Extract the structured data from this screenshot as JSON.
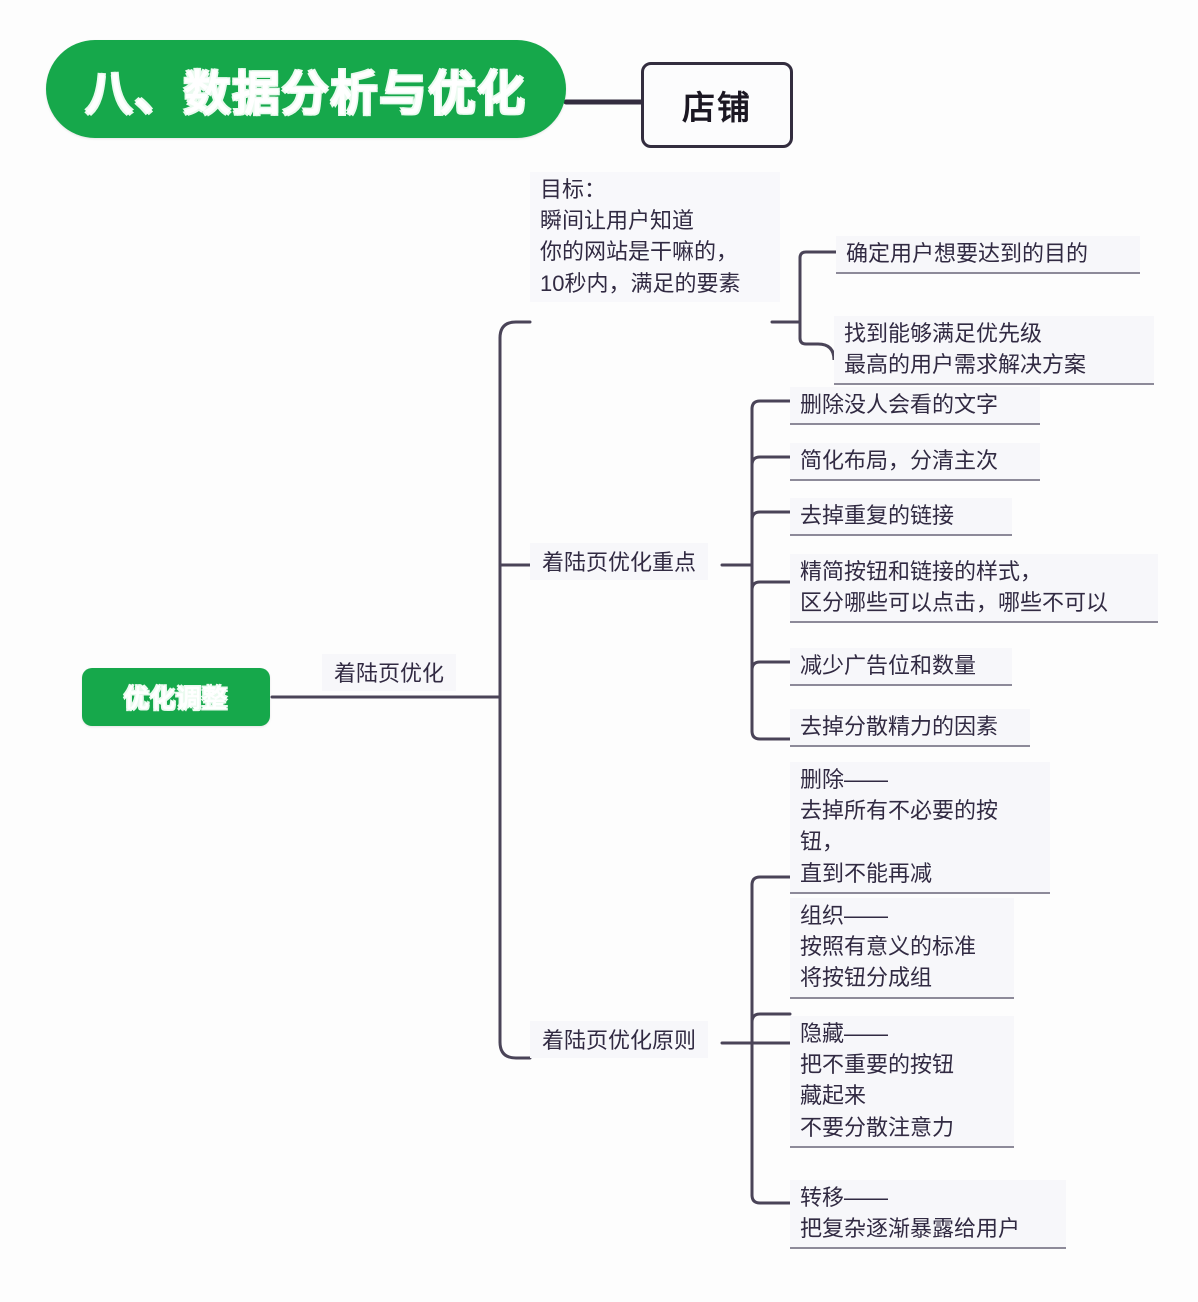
{
  "meta": {
    "diagram_type": "mindmap",
    "colors": {
      "brand_green": "#16a84b",
      "banner_text": "#ffffff",
      "node_text": "#312a42",
      "connector": "#4a4458",
      "box_border": "#332d3f",
      "page_background": "#fdfdfd",
      "node_background": "#f7f7fa"
    }
  },
  "root": {
    "title": "八、数据分析与优化",
    "attached_box": "店铺"
  },
  "hub": {
    "label": "优化调整",
    "branch_label": "着陆页优化"
  },
  "branches": [
    {
      "id": "goal",
      "kind": "text-block",
      "text": "目标：\n瞬间让用户知道\n你的网站是干嘛的，\n10秒内，满足的要素",
      "children": [
        {
          "text": "确定用户想要达到的目的"
        },
        {
          "text": "找到能够满足优先级\n最高的用户需求解决方案"
        }
      ]
    },
    {
      "id": "landing-key-points",
      "kind": "labelled",
      "label": "着陆页优化重点",
      "children": [
        {
          "text": "删除没人会看的文字"
        },
        {
          "text": "简化布局，分清主次"
        },
        {
          "text": "去掉重复的链接"
        },
        {
          "text": "精简按钮和链接的样式，\n区分哪些可以点击，哪些不可以"
        },
        {
          "text": "减少广告位和数量"
        },
        {
          "text": "去掉分散精力的因素"
        }
      ]
    },
    {
      "id": "landing-principles",
      "kind": "labelled",
      "label": "着陆页优化原则",
      "children": [
        {
          "text": "删除——\n去掉所有不必要的按钮，\n直到不能再减"
        },
        {
          "text": "组织——\n按照有意义的标准\n将按钮分成组"
        },
        {
          "text": "隐藏——\n把不重要的按钮\n藏起来\n不要分散注意力"
        },
        {
          "text": "转移——\n把复杂逐渐暴露给用户"
        }
      ]
    }
  ]
}
